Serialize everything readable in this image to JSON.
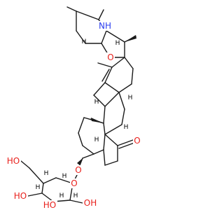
{
  "molecule": {
    "atom_labels": {
      "amine_nh": "NH",
      "ring_ether_o": "O",
      "ketone_o": "O",
      "glycoside_o": "O",
      "sugar_ring_o": "O",
      "ch2oh_ho": "HO",
      "sugar_oh_1": "HO",
      "sugar_oh_2": "OH",
      "sugar_oh_3": "HO",
      "stereo_h_1": "H",
      "stereo_h_2": "H",
      "stereo_h_3": "H",
      "stereo_h_4": "H",
      "stereo_h_5": "H",
      "stereo_h_6": "H",
      "stereo_h_7": "H",
      "stereo_h_8": "H",
      "stereo_h_9": "H",
      "stereo_h_10": "H",
      "stereo_h_11": "H"
    },
    "colors": {
      "bond": "#1a1a1a",
      "oxygen": "#e8201c",
      "nitrogen": "#2a3df0"
    }
  }
}
